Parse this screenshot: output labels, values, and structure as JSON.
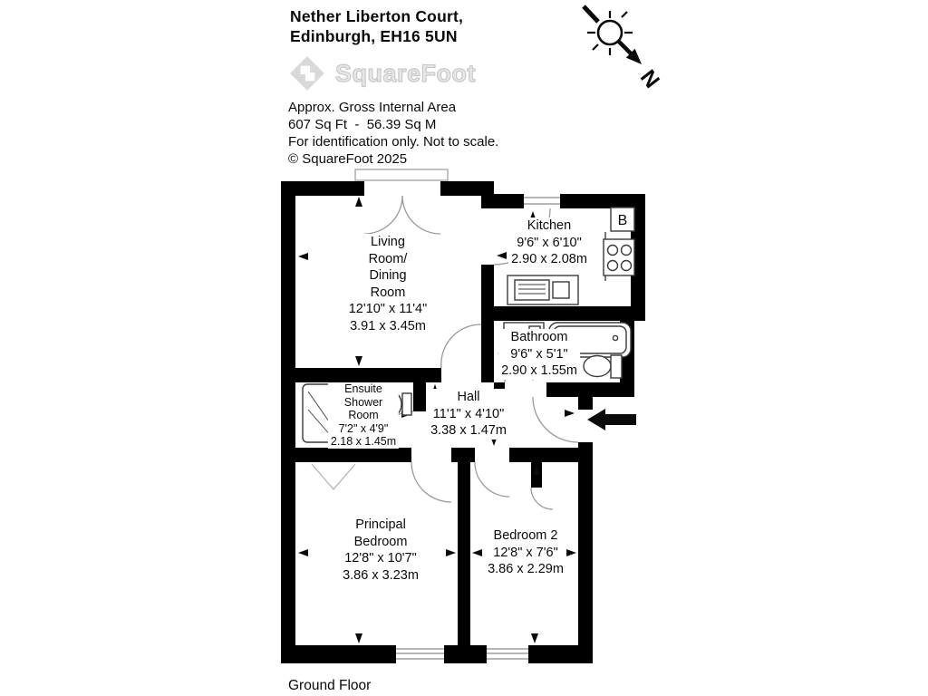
{
  "header": {
    "title_line1": "Nether Liberton Court,",
    "title_line2": "Edinburgh, EH16 5UN",
    "logo_text": "SquareFoot",
    "area_note_line1": "Approx. Gross Internal Area",
    "area_note_line2": "607 Sq Ft  -  56.39 Sq M",
    "area_note_line3": "For identification only. Not to scale.",
    "copyright": "© SquareFoot 2025"
  },
  "compass": {
    "north_label": "N"
  },
  "floorplan": {
    "floor_label": "Ground Floor",
    "boiler_label": "B",
    "colors": {
      "wall": "#000000",
      "door_arc": "#9a9a9a",
      "fixture": "#3a3a3a",
      "logo_gray": "#d9d9d9"
    },
    "rooms": [
      {
        "id": "living-dining",
        "name_lines": [
          "Living",
          "Room/",
          "Dining",
          "Room"
        ],
        "imperial": "12'10\" x 11'4\"",
        "metric": "3.91 x 3.45m"
      },
      {
        "id": "kitchen",
        "name_lines": [
          "Kitchen"
        ],
        "imperial": "9'6\" x 6'10\"",
        "metric": "2.90 x 2.08m"
      },
      {
        "id": "bathroom",
        "name_lines": [
          "Bathroom"
        ],
        "imperial": "9'6\" x 5'1\"",
        "metric": "2.90 x 1.55m"
      },
      {
        "id": "ensuite-shower-room",
        "name_lines": [
          "Ensuite",
          "Shower",
          "Room"
        ],
        "imperial": "7'2\" x 4'9\"",
        "metric": "2.18 x 1.45m"
      },
      {
        "id": "hall",
        "name_lines": [
          "Hall"
        ],
        "imperial": "11'1\" x 4'10\"",
        "metric": "3.38 x 1.47m"
      },
      {
        "id": "principal-bedroom",
        "name_lines": [
          "Principal",
          "Bedroom"
        ],
        "imperial": "12'8\" x 10'7\"",
        "metric": "3.86 x 3.23m"
      },
      {
        "id": "bedroom-2",
        "name_lines": [
          "Bedroom 2"
        ],
        "imperial": "12'8\" x 7'6\"",
        "metric": "3.86 x 2.29m"
      }
    ]
  }
}
